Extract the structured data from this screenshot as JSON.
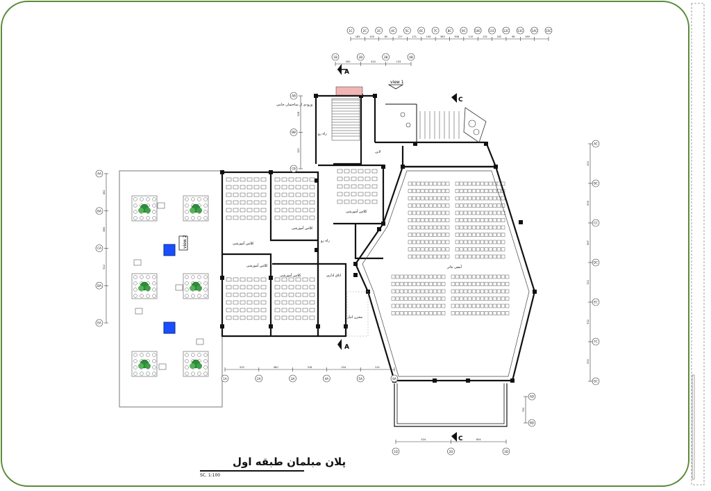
{
  "sheet": {
    "title": "پلان مبلمان طبقه اول",
    "scale": "SC. 1:100",
    "frame_color": "#5b8a3a"
  },
  "sections": {
    "a_top": "A",
    "a_bottom": "A",
    "c_top": "C",
    "c_bottom": "C"
  },
  "views": {
    "view1": "view 1",
    "view2": "view 2"
  },
  "room_labels": {
    "entry": "ورودی از ساختمان جانبی",
    "corridor1": "راه رو",
    "corridor2": "راه رو",
    "classroom_a": "کلاس آموزشی",
    "classroom_b": "کلاس آموزشی",
    "classroom_c": "کلاس آموزشی",
    "classroom_d": "کلاس آموزشی",
    "classroom_e": "کلاس آموزشی",
    "office": "اتاق اداری",
    "lobby": "لابی",
    "amphitheater": "آمفی تئاتر",
    "storage": "مخزن انبار"
  },
  "grid_top_row1": [
    "1C",
    "2C",
    "3C",
    "4C",
    "5C",
    "6C",
    "7C",
    "8C",
    "9C",
    "10C",
    "11C",
    "12C",
    "13C",
    "14C",
    "15C"
  ],
  "grid_top_row1_dims": [
    "185",
    "100",
    "85",
    "127",
    "121",
    "194",
    "360",
    "308",
    "110",
    "132",
    "162",
    "98",
    "189"
  ],
  "grid_top_row2": [
    "1B",
    "2B",
    "3B",
    "4B"
  ],
  "grid_top_row2_dims": [
    "300",
    "420",
    "133"
  ],
  "grid_left_inner": [
    "AB",
    "BB",
    "CB"
  ],
  "grid_left_inner_dims": [
    "328",
    "320"
  ],
  "grid_left_outer": [
    "AA",
    "BA",
    "CA",
    "DA",
    "EA"
  ],
  "grid_left_outer_dims": [
    "452",
    "388",
    "512"
  ],
  "grid_bottom": [
    "1A",
    "2A",
    "3A",
    "4A",
    "5A",
    "6A"
  ],
  "grid_bottom_dims": [
    "520",
    "480",
    "318",
    "204",
    "241"
  ],
  "grid_right": [
    "AC",
    "BC",
    "CC",
    "DC",
    "EC",
    "FC",
    "GC"
  ],
  "grid_right_dims": [
    "200",
    "639",
    "567",
    "322",
    "532",
    "530"
  ],
  "grid_lower": [
    "1D",
    "2D",
    "3D"
  ],
  "grid_lower_dims": [
    "524",
    "604"
  ],
  "grid_lower_right": [
    "AD",
    "BD"
  ],
  "grid_lower_right_dims": [
    "700"
  ],
  "icons": {
    "stair": "stair-icon",
    "tree": "tree-icon",
    "fountain": "fountain-icon"
  }
}
